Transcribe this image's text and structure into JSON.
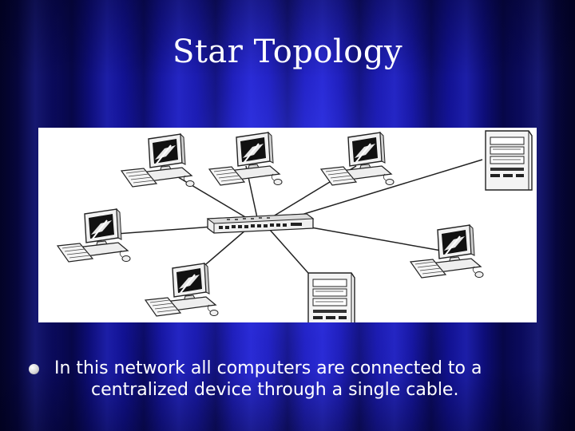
{
  "slide": {
    "title": "Star Topology",
    "bullet": {
      "line1": "In this network all computers are connected to a",
      "line2": "centralized device through a single cable."
    }
  },
  "diagram": {
    "hub": "network-hub",
    "nodes": [
      {
        "id": "pc-1",
        "kind": "desktop-computer"
      },
      {
        "id": "pc-2",
        "kind": "desktop-computer"
      },
      {
        "id": "pc-3",
        "kind": "desktop-computer"
      },
      {
        "id": "server-1",
        "kind": "server-tower"
      },
      {
        "id": "pc-4",
        "kind": "desktop-computer"
      },
      {
        "id": "pc-5",
        "kind": "desktop-computer"
      },
      {
        "id": "pc-6",
        "kind": "desktop-computer"
      },
      {
        "id": "server-2",
        "kind": "server-tower"
      }
    ]
  },
  "colors": {
    "background_center": "#2727d8",
    "background_edge": "#050530",
    "text": "#ffffff",
    "diagram_background": "#ffffff",
    "line": "#222222"
  }
}
